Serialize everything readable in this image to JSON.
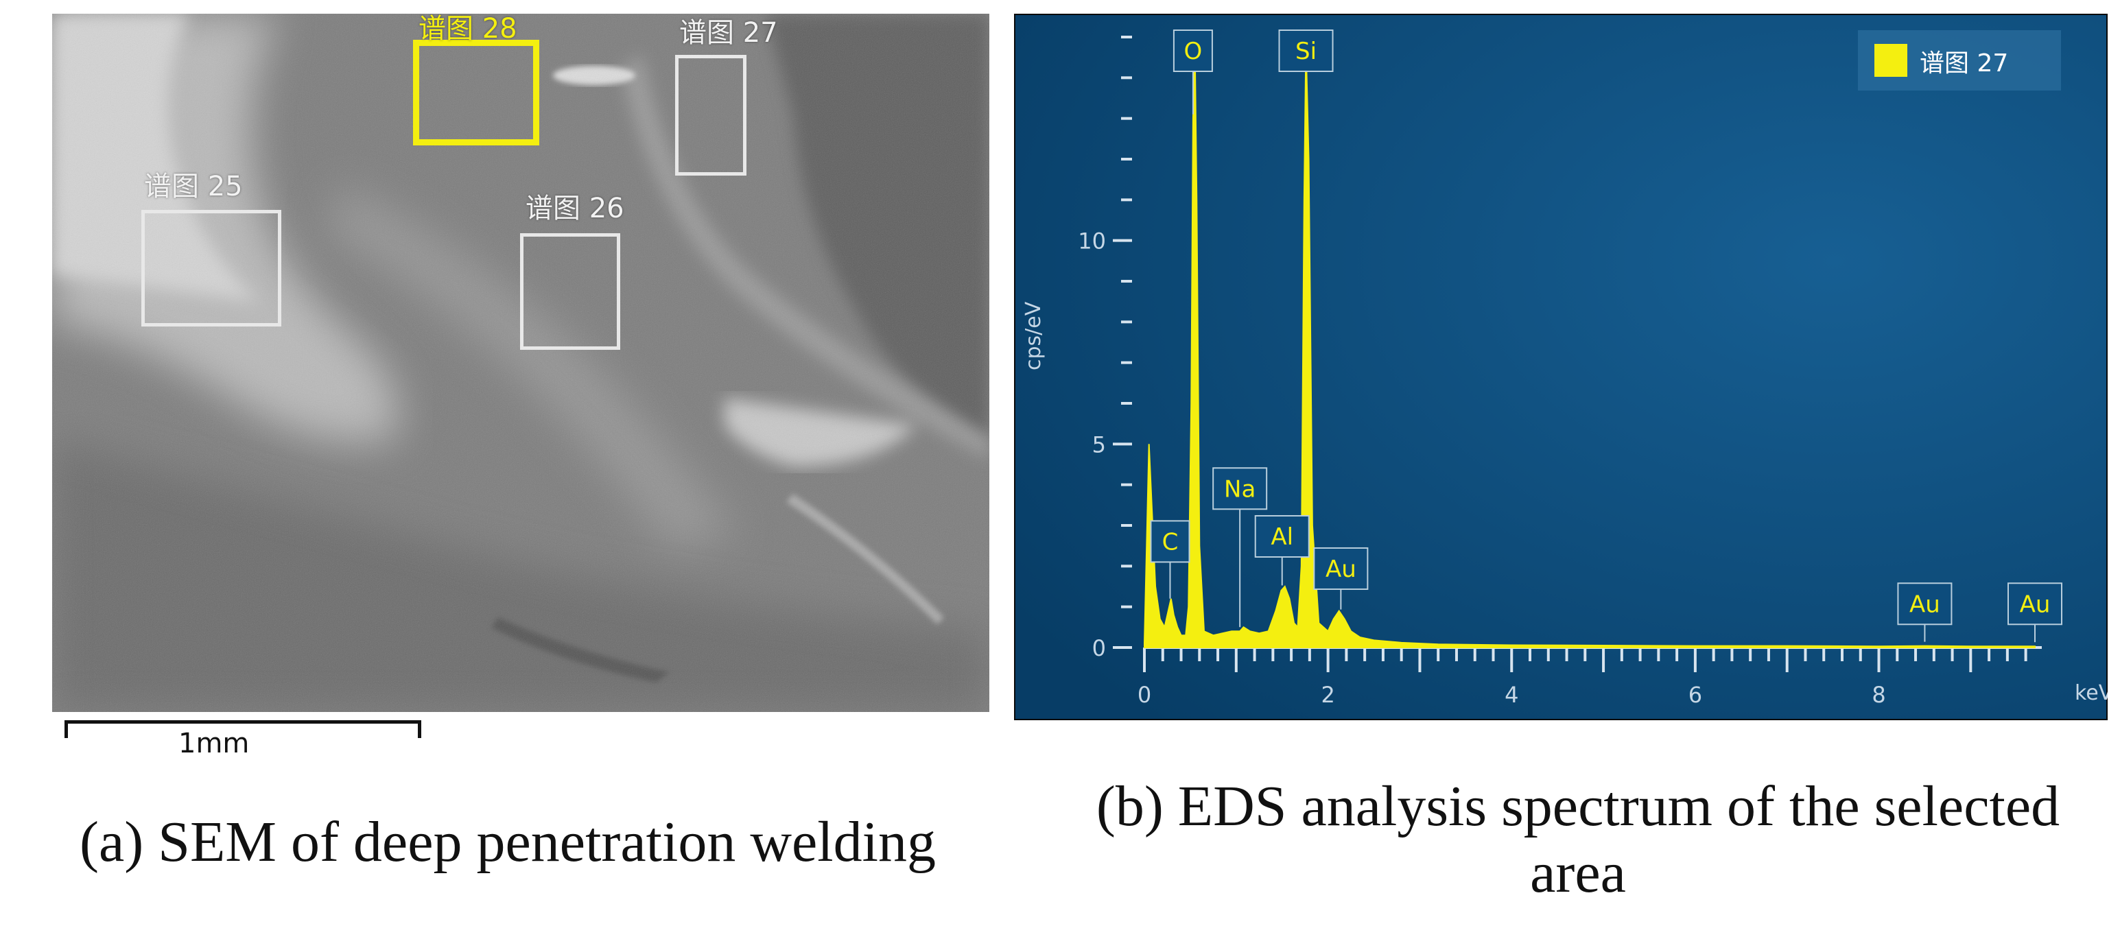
{
  "sem": {
    "regions": [
      {
        "label": "谱图 25",
        "selected": false
      },
      {
        "label": "谱图 26",
        "selected": false
      },
      {
        "label": "谱图 27",
        "selected": false
      },
      {
        "label": "谱图 28",
        "selected": true
      }
    ],
    "scale_bar_label": "1mm"
  },
  "captions": {
    "a": "(a) SEM of deep penetration welding",
    "b": "(b) EDS analysis spectrum of the selected area"
  },
  "colors": {
    "eds_background": "#0c4a78",
    "spectrum": "#f4ef10",
    "axis": "#d7e4ef",
    "label_box_border": "#b8cedd",
    "legend_swatch": "#f4ef10"
  },
  "chart_data": {
    "type": "line",
    "xlabel": "keV",
    "ylabel": "cps/eV",
    "xlim": [
      0,
      9.7
    ],
    "ylim": [
      0,
      15
    ],
    "x_ticks": [
      0,
      2,
      4,
      6,
      8
    ],
    "y_ticks": [
      0,
      5,
      10
    ],
    "legend": {
      "label": "谱图 27",
      "position": "top-right"
    },
    "series": [
      {
        "name": "谱图 27",
        "x": [
          0.0,
          0.05,
          0.08,
          0.12,
          0.17,
          0.22,
          0.26,
          0.29,
          0.32,
          0.36,
          0.4,
          0.45,
          0.48,
          0.51,
          0.53,
          0.55,
          0.57,
          0.6,
          0.65,
          0.75,
          0.85,
          0.95,
          1.04,
          1.08,
          1.15,
          1.25,
          1.35,
          1.43,
          1.49,
          1.53,
          1.58,
          1.63,
          1.67,
          1.71,
          1.74,
          1.76,
          1.79,
          1.83,
          1.9,
          2.0,
          2.06,
          2.12,
          2.18,
          2.25,
          2.35,
          2.5,
          2.8,
          3.2,
          4.0,
          5.0,
          6.0,
          7.0,
          8.0,
          8.5,
          9.0,
          9.7
        ],
        "y": [
          0.1,
          5.0,
          3.5,
          1.5,
          0.7,
          0.5,
          0.9,
          1.2,
          0.8,
          0.5,
          0.3,
          0.3,
          1.0,
          6.0,
          13.0,
          14.8,
          11.0,
          2.5,
          0.4,
          0.3,
          0.35,
          0.4,
          0.4,
          0.5,
          0.4,
          0.35,
          0.4,
          0.9,
          1.4,
          1.5,
          1.2,
          0.6,
          0.5,
          2.0,
          11.0,
          14.8,
          12.0,
          3.0,
          0.6,
          0.4,
          0.7,
          0.9,
          0.7,
          0.4,
          0.25,
          0.18,
          0.12,
          0.08,
          0.06,
          0.05,
          0.04,
          0.04,
          0.03,
          0.04,
          0.03,
          0.03
        ]
      }
    ],
    "peak_labels": [
      {
        "element": "O",
        "x": 0.53
      },
      {
        "element": "Si",
        "x": 1.76
      },
      {
        "element": "Na",
        "x": 1.04
      },
      {
        "element": "C",
        "x": 0.28
      },
      {
        "element": "Al",
        "x": 1.5
      },
      {
        "element": "Au",
        "x": 2.14
      },
      {
        "element": "Au",
        "x": 8.5
      },
      {
        "element": "Au",
        "x": 9.7
      }
    ]
  }
}
